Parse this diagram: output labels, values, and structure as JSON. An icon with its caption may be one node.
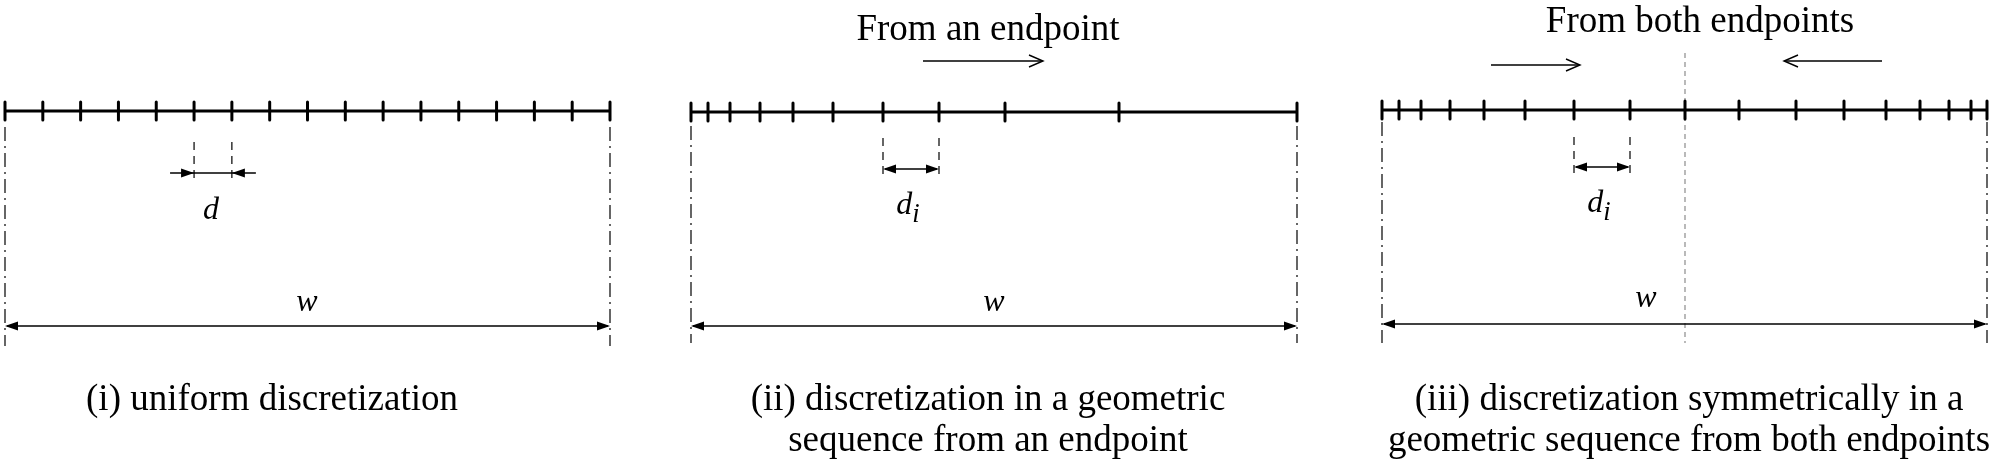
{
  "diagram": {
    "labels": [
      "From an endpoint",
      "From both endpoints",
      "d",
      "d$_{i}$",
      "d$_{i}$",
      "w",
      "w",
      "w",
      "(i) uniform discretization",
      "(ii) discretization in a geometric sequence from an endpoint",
      "(iii) discretization symmetrically in a geometric sequence from both endpoints"
    ]
  }
}
